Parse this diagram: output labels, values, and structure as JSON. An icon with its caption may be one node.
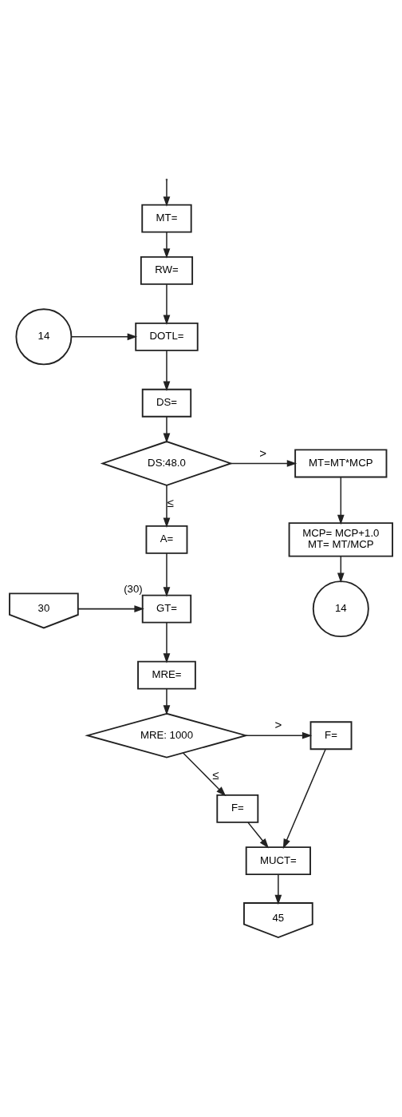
{
  "diagram": {
    "nodes": [
      {
        "text": [
          "MT="
        ]
      },
      {
        "text": [
          "RW="
        ]
      },
      {
        "text": [
          "14"
        ]
      },
      {
        "text": [
          "DOTL="
        ]
      },
      {
        "text": [
          "DS="
        ]
      },
      {
        "text": [
          "DS:48.0"
        ]
      },
      {
        "text": [
          "MT=MT*MCP"
        ]
      },
      {
        "text": [
          "MCP= MCP+1.0",
          "MT= MT/MCP"
        ]
      },
      {
        "text": [
          "30"
        ]
      },
      {
        "text": [
          "A="
        ]
      },
      {
        "text": [
          "GT="
        ],
        "beside": [
          "(30)"
        ]
      },
      {
        "text": [
          "14"
        ]
      },
      {
        "text": [
          "MRE="
        ]
      },
      {
        "text": [
          "MRE: 1000"
        ]
      },
      {
        "text": [
          "F="
        ]
      },
      {
        "text": [
          "F="
        ]
      },
      {
        "text": [
          "MUCT="
        ]
      },
      {
        "text": [
          "45"
        ]
      }
    ],
    "edges": [
      {
        "from": null,
        "to": 0,
        "arrow": "to"
      },
      {
        "from": 0,
        "to": 1,
        "arrow": "to"
      },
      {
        "from": 1,
        "to": 3,
        "arrow": "to"
      },
      {
        "from": 2,
        "to": 3,
        "arrow": "to"
      },
      {
        "from": 3,
        "to": 4,
        "arrow": "to"
      },
      {
        "from": 4,
        "to": 5,
        "arrow": "to"
      },
      {
        "from": 5,
        "to": 6,
        "arrow": "to",
        "label": ">"
      },
      {
        "from": 5,
        "to": 9,
        "arrow": "to",
        "label": "≤"
      },
      {
        "from": 6,
        "to": 7,
        "arrow": "to"
      },
      {
        "from": 7,
        "to": 11,
        "arrow": "to"
      },
      {
        "from": 9,
        "to": 10,
        "arrow": "to"
      },
      {
        "from": 8,
        "to": 10,
        "arrow": "to"
      },
      {
        "from": 10,
        "to": 12,
        "arrow": "to"
      },
      {
        "from": 12,
        "to": 13,
        "arrow": "to"
      },
      {
        "from": 13,
        "to": 14,
        "arrow": "to",
        "label": ">"
      },
      {
        "from": 13,
        "to": 15,
        "arrow": "to",
        "label": "≤"
      },
      {
        "from": 15,
        "to": 16,
        "arrow": "to"
      },
      {
        "from": 14,
        "to": 16,
        "arrow": "to"
      },
      {
        "from": 16,
        "to": 17,
        "arrow": "to"
      }
    ]
  }
}
